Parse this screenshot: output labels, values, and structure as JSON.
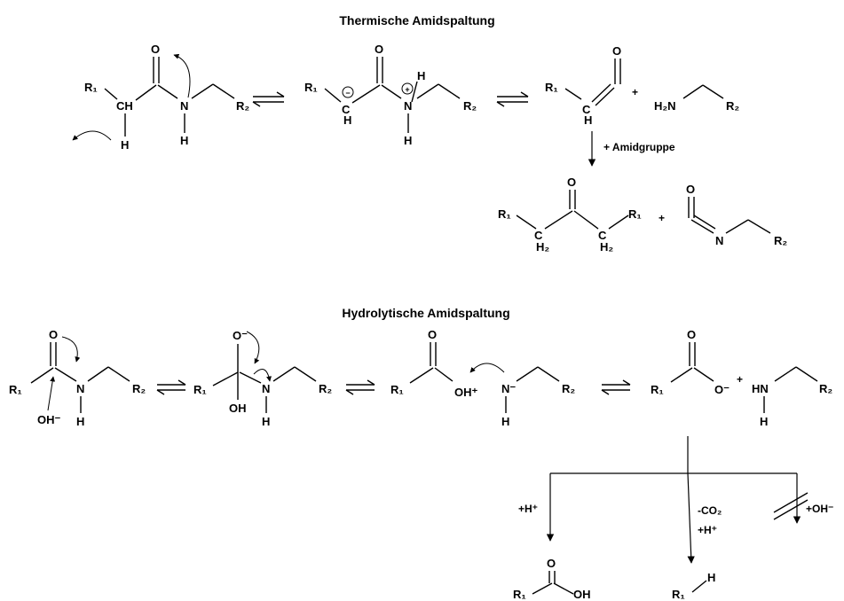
{
  "titles": {
    "thermal": "Thermische   Amidspaltung",
    "hydrolytic": "Hydrolytische   Amidspaltung"
  },
  "atoms": {
    "O": "O",
    "N": "N",
    "H": "H",
    "CH": "CH",
    "HN": "HN",
    "H2N": "H₂N",
    "OH": "OH",
    "OH_minus": "OH⁻",
    "O_minus": "O⁻",
    "N_minus": "N⁻",
    "OH_plus": "OH⁺",
    "R1": "R₁",
    "R2": "R₂",
    "H2": "H₂",
    "C": "C",
    "minus_charge": "−",
    "plus_charge": "+"
  },
  "labels": {
    "plus": "+",
    "plus_amidgruppe": "+ Amidgruppe",
    "plus_H": "+H⁺",
    "minus_CO2": "-CO₂",
    "plus_H2": "+H⁺",
    "plus_OH": "+OH⁻"
  }
}
